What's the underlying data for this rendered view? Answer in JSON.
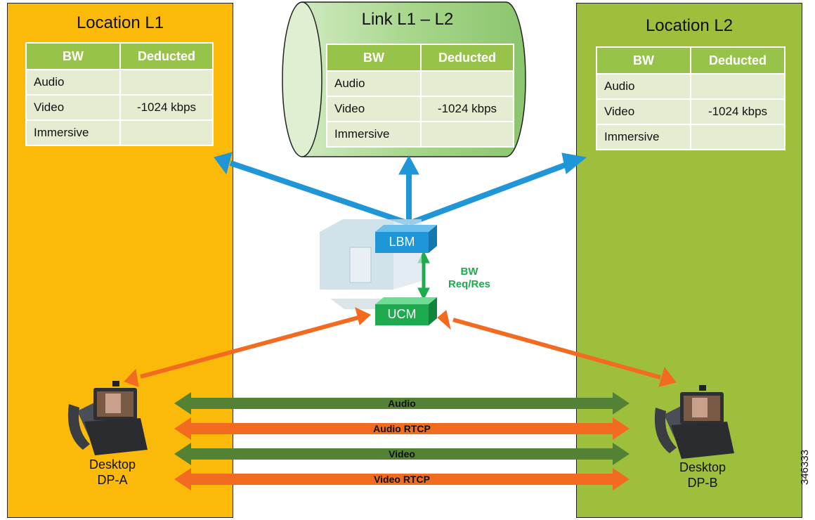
{
  "location_l1": {
    "title": "Location L1",
    "table": {
      "col1": "BW",
      "col2": "Deducted",
      "rows": [
        {
          "label": "Audio",
          "value": ""
        },
        {
          "label": "Video",
          "value": "-1024 kbps"
        },
        {
          "label": "Immersive",
          "value": ""
        }
      ]
    }
  },
  "link": {
    "title": "Link L1 – L2",
    "table": {
      "col1": "BW",
      "col2": "Deducted",
      "rows": [
        {
          "label": "Audio",
          "value": ""
        },
        {
          "label": "Video",
          "value": "-1024 kbps"
        },
        {
          "label": "Immersive",
          "value": ""
        }
      ]
    }
  },
  "location_l2": {
    "title": "Location L2",
    "table": {
      "col1": "BW",
      "col2": "Deducted",
      "rows": [
        {
          "label": "Audio",
          "value": ""
        },
        {
          "label": "Video",
          "value": "-1024 kbps"
        },
        {
          "label": "Immersive",
          "value": ""
        }
      ]
    }
  },
  "server": {
    "lbm": "LBM",
    "ucm": "UCM",
    "bw_req_line1": "BW",
    "bw_req_line2": "Req/Res"
  },
  "phone_a": {
    "line1": "Desktop",
    "line2": "DP-A"
  },
  "phone_b": {
    "line1": "Desktop",
    "line2": "DP-B"
  },
  "streams": [
    {
      "label": "Audio",
      "color": "#548235"
    },
    {
      "label": "Audio RTCP",
      "color": "#f26b21"
    },
    {
      "label": "Video",
      "color": "#548235"
    },
    {
      "label": "Video RTCP",
      "color": "#f26b21"
    }
  ],
  "figure_id": "346333",
  "colors": {
    "location_l1": "#fbba0a",
    "location_l2": "#9dbf3c",
    "link_cylinder": "#b5dca0",
    "blue_arrow": "#1e96d8",
    "orange_arrow": "#f26b21",
    "green_arrow": "#1eaa4f",
    "lbm_box": "#1e96d8",
    "ucm_box": "#1eaa4f"
  }
}
